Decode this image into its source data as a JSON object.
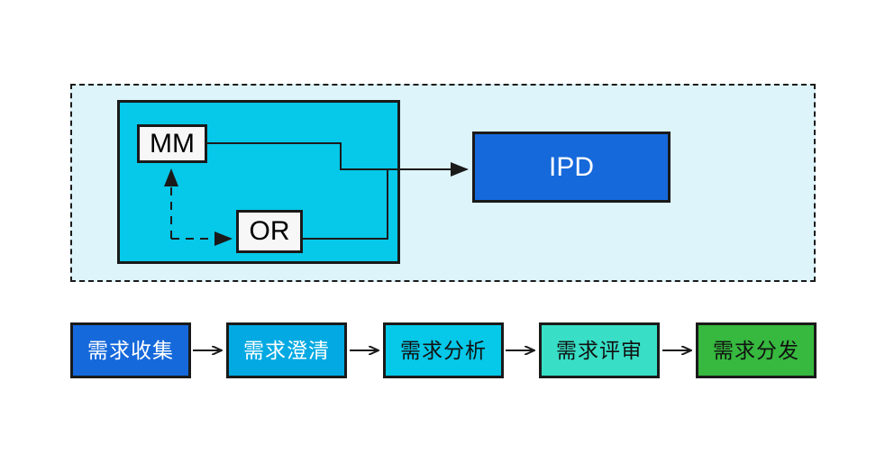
{
  "diagram": {
    "title_visible": false,
    "colors": {
      "outline": "#1a1a1a",
      "dashed_region_fill": "#ddf4fa",
      "inner_container_fill": "#06c8e8",
      "node_fill": "#f7f7f7",
      "ipd_fill": "#1569db",
      "flow_blue_dark": "#1569db",
      "flow_blue": "#02a9e2",
      "flow_cyan": "#06c8e8",
      "flow_turquoise": "#38dfc6",
      "flow_green": "#36b93e"
    },
    "upper_group": {
      "nodes": [
        {
          "id": "mm",
          "label": "MM"
        },
        {
          "id": "or",
          "label": "OR"
        }
      ],
      "target": {
        "id": "ipd",
        "label": "IPD"
      },
      "connectors": [
        {
          "from": "mm",
          "to": "ipd",
          "style": "solid",
          "arrow": true
        },
        {
          "from": "or",
          "to": "ipd",
          "style": "solid",
          "arrow": true
        },
        {
          "from": "mm",
          "to": "or",
          "style": "dashed",
          "arrow": true
        },
        {
          "from": "or",
          "to": "mm",
          "style": "dashed",
          "arrow": true
        }
      ]
    },
    "flow": {
      "steps": [
        {
          "label": "需求收集"
        },
        {
          "label": "需求澄清"
        },
        {
          "label": "需求分析"
        },
        {
          "label": "需求评审"
        },
        {
          "label": "需求分发"
        }
      ],
      "connector_style": "solid-arrow"
    }
  }
}
